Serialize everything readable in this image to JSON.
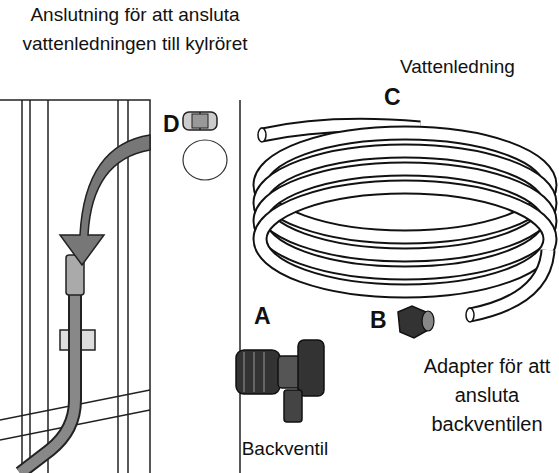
{
  "diagram": {
    "labels": [
      "Anslutning för att ansluta vattenledningen till kylröret",
      "Vattenledning",
      "C",
      "D",
      "A",
      "B",
      "Backventil",
      "Adapter för att ansluta backventilen"
    ]
  }
}
